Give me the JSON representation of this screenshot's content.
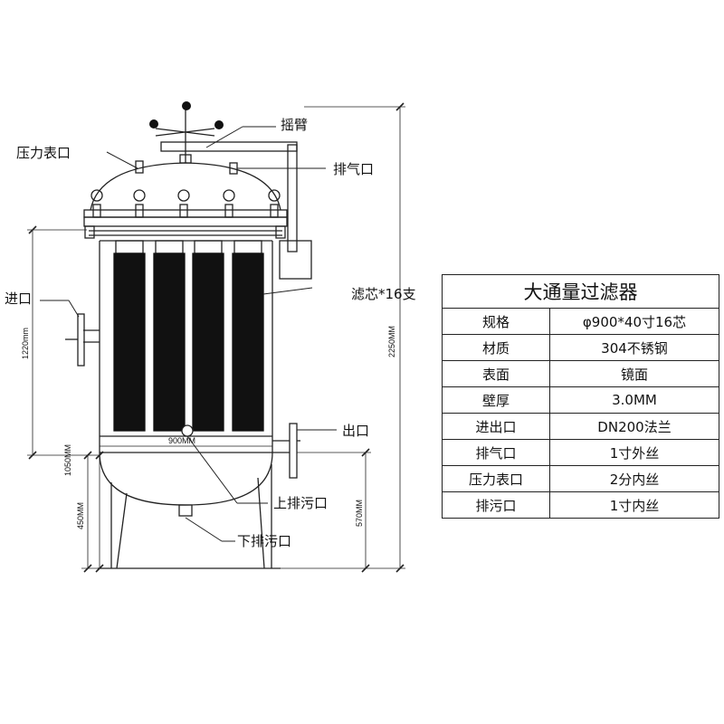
{
  "labels": {
    "rocker_arm": "摇臂",
    "pressure_gauge_port": "压力表口",
    "vent_port": "排气口",
    "inlet": "进口",
    "filter_elements": "滤芯*16支",
    "outlet": "出口",
    "upper_drain": "上排污口",
    "lower_drain": "下排污口"
  },
  "dimensions": {
    "total_height": "2250MM",
    "inlet_height": "1220mm",
    "outlet_height": "1050MM",
    "leg_height": "450MM",
    "drain_height": "570MM",
    "diameter": "900MM"
  },
  "spec_table": {
    "title": "大通量过滤器",
    "rows": [
      {
        "key": "规格",
        "value": "φ900*40寸16芯"
      },
      {
        "key": "材质",
        "value": "304不锈钢"
      },
      {
        "key": "表面",
        "value": "镜面"
      },
      {
        "key": "壁厚",
        "value": "3.0MM"
      },
      {
        "key": "进出口",
        "value": "DN200法兰"
      },
      {
        "key": "排气口",
        "value": "1寸外丝"
      },
      {
        "key": "压力表口",
        "value": "2分内丝"
      },
      {
        "key": "排污口",
        "value": "1寸内丝"
      }
    ]
  }
}
